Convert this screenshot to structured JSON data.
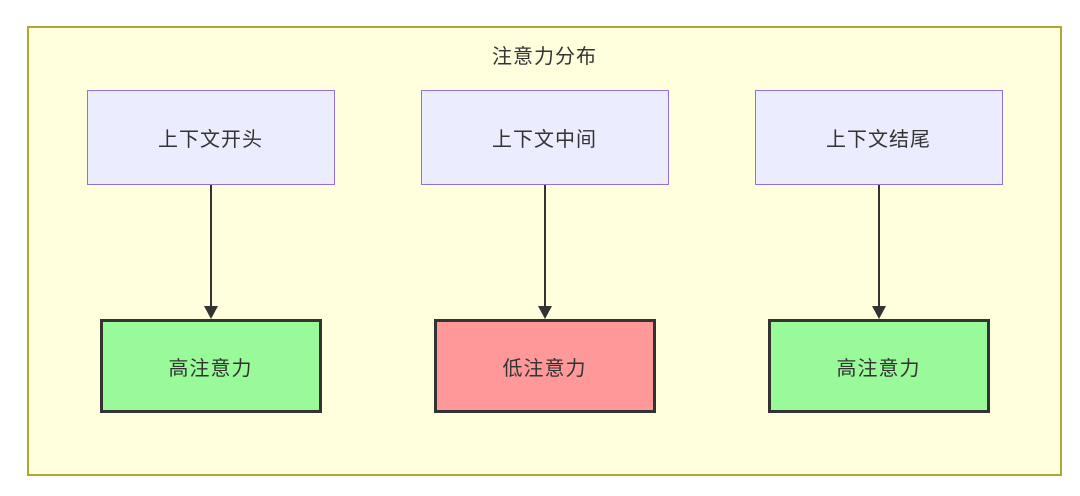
{
  "diagram": {
    "title": "注意力分布",
    "columns": [
      {
        "source": "上下文开头",
        "target": "高注意力",
        "attention_level": "high"
      },
      {
        "source": "上下文中间",
        "target": "低注意力",
        "attention_level": "low"
      },
      {
        "source": "上下文结尾",
        "target": "高注意力",
        "attention_level": "high"
      }
    ],
    "colors": {
      "container_bg": "#FFFFDE",
      "container_border": "#AAAA33",
      "source_bg": "#ECECFF",
      "source_border": "#9370DB",
      "high_bg": "#99FA99",
      "low_bg": "#FF9999",
      "target_border": "#333333",
      "arrow": "#333333",
      "text": "#333333"
    }
  }
}
